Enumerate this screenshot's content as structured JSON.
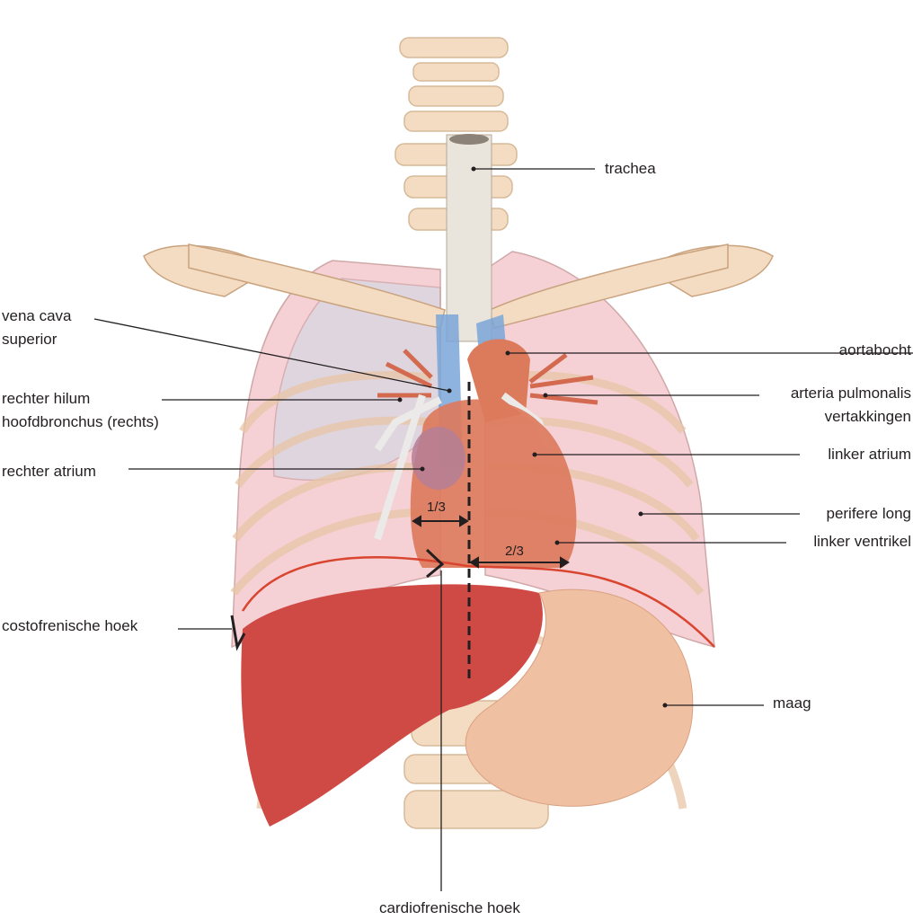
{
  "labels": {
    "trachea": "trachea",
    "vena_cava_1": "vena cava",
    "vena_cava_2": "superior",
    "rechter_hilum": "rechter hilum",
    "hoofdbronchus": "hoofdbronchus (rechts)",
    "rechter_atrium": "rechter atrium",
    "costofrenische_hoek": "costofrenische hoek",
    "aortabocht": "aortabocht",
    "arteria_1": "arteria pulmonalis",
    "arteria_2": "vertakkingen",
    "linker_atrium": "linker atrium",
    "perifere_long": "perifere long",
    "linker_ventrikel": "linker ventrikel",
    "maag": "maag",
    "cardiofrenische_hoek": "cardiofrenische hoek"
  },
  "ratios": {
    "right": "1/3",
    "left": "2/3"
  },
  "colors": {
    "bone": "#f3dcc2",
    "lung": "#f4c9cf",
    "heart": "#dc7a5c",
    "liver": "#cf4a45",
    "stomach": "#f0c0a2",
    "vessel": "#7aa6d8",
    "diaphragm": "#d9452f"
  }
}
